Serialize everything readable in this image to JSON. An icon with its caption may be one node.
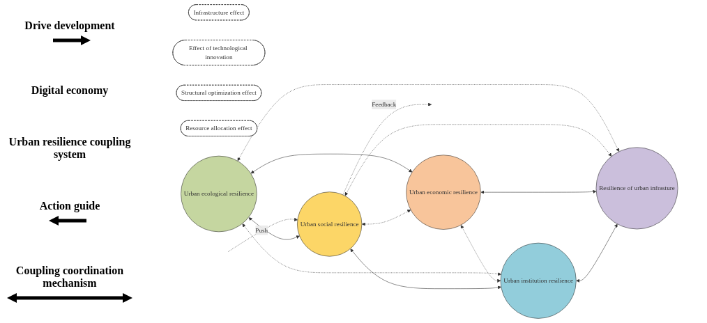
{
  "diagram": {
    "nodes": [
      {
        "text": [
          "Infrastructure effect"
        ]
      },
      {
        "text": [
          "Effect of technological innovation"
        ]
      },
      {
        "text": [
          "Structural optimization effect"
        ]
      },
      {
        "text": [
          "Resource allocation effect"
        ]
      },
      {
        "text": [
          "Urban ecological resilience"
        ]
      },
      {
        "text": [
          "Urban social resilience"
        ]
      },
      {
        "text": [
          "Urban economic resilience"
        ]
      },
      {
        "text": [
          "Urban institution resilience"
        ]
      },
      {
        "text": [
          "Resilience of urban infrasture"
        ]
      }
    ],
    "edges": [
      {
        "from": null,
        "to": 5,
        "label": "Push",
        "arrow": "to",
        "style": "dashed"
      },
      {
        "from": 5,
        "to": null,
        "label": "Feedback",
        "arrow": "to",
        "style": "dashed"
      },
      {
        "from": 4,
        "to": 5,
        "arrow": "both"
      },
      {
        "from": 4,
        "to": 6,
        "arrow": "both"
      },
      {
        "from": 5,
        "to": 6,
        "arrow": "both",
        "style": "dashed"
      },
      {
        "from": 4,
        "to": 7,
        "arrow": "both",
        "style": "dashed"
      },
      {
        "from": 4,
        "to": 8,
        "arrow": "both",
        "style": "dashed"
      },
      {
        "from": 5,
        "to": 8,
        "arrow": "both",
        "style": "dashed"
      },
      {
        "from": 6,
        "to": 7,
        "arrow": "both",
        "style": "dashed"
      },
      {
        "from": 5,
        "to": 7,
        "arrow": "both"
      },
      {
        "from": 6,
        "to": 8,
        "arrow": "both"
      },
      {
        "from": 7,
        "to": 8,
        "arrow": "both"
      }
    ],
    "labels": [
      "Drive development",
      "Digital economy",
      "Urban resilience coupling system",
      "Action guide",
      "Coupling coordination mechanism"
    ]
  }
}
